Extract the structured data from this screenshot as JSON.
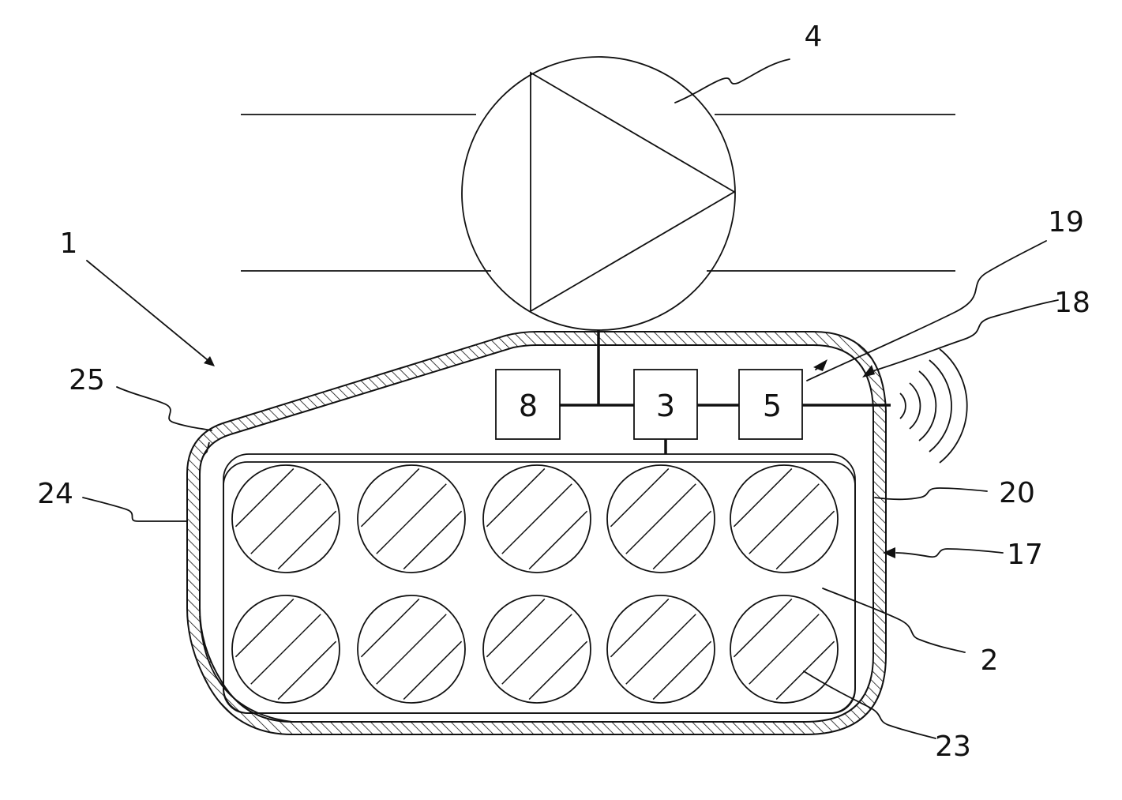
{
  "reference_numerals": {
    "n1": "1",
    "n2": "2",
    "n3": "3",
    "n4": "4",
    "n5": "5",
    "n8": "8",
    "n17": "17",
    "n18": "18",
    "n19": "19",
    "n20": "20",
    "n23": "23",
    "n24": "24",
    "n25": "25"
  },
  "colors": {
    "line": "#111111",
    "background": "#ffffff"
  }
}
